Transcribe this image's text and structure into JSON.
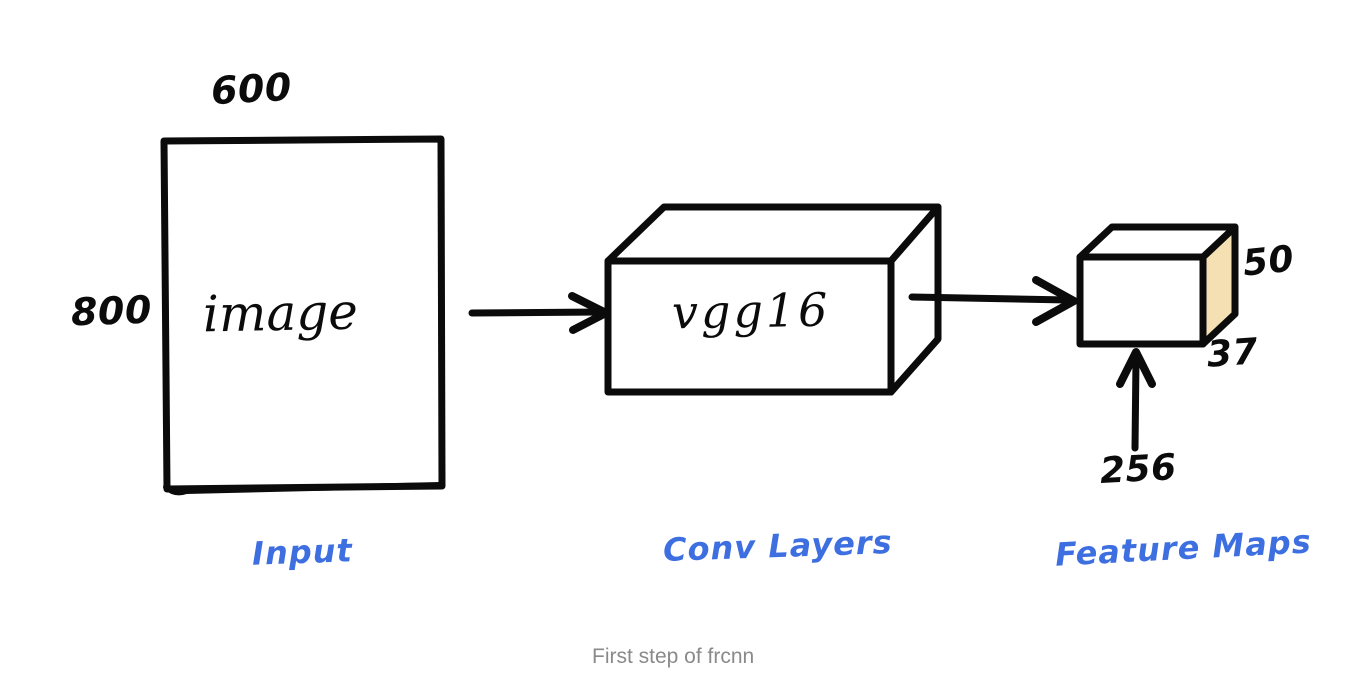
{
  "figure": {
    "caption": "First step of frcnn",
    "caption_color": "#8a8a8a",
    "background": "#ffffff",
    "ink_color": "#0b0b0b",
    "accent_color": "#3d6fe0",
    "highlight_face_color": "#f5e0b4"
  },
  "nodes": {
    "input": {
      "shape": "rectangle",
      "inner_text": "image",
      "caption": "Input",
      "dim_top": "600",
      "dim_left": "800"
    },
    "conv": {
      "shape": "cuboid",
      "inner_text": "vgg16",
      "caption": "Conv Layers"
    },
    "feature_maps": {
      "shape": "cuboid",
      "caption": "Feature Maps",
      "dim_right": "50",
      "dim_bottom_right": "37",
      "dim_depth": "256"
    }
  },
  "arrows": [
    {
      "name": "input-to-conv",
      "from": "input",
      "to": "conv"
    },
    {
      "name": "conv-to-feature-maps",
      "from": "conv",
      "to": "feature_maps"
    },
    {
      "name": "depth-callout",
      "from": "256",
      "to": "feature_maps"
    }
  ]
}
